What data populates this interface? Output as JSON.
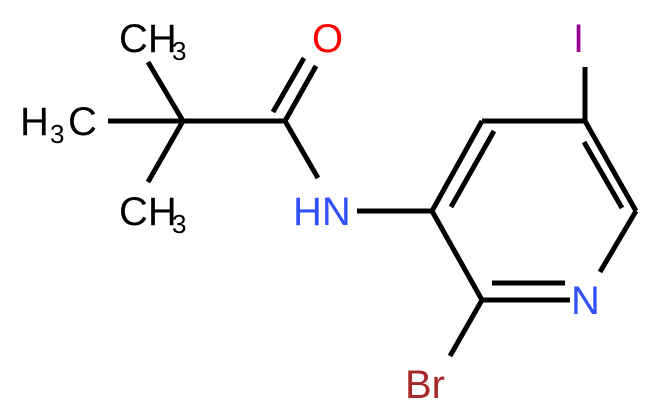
{
  "molecule": {
    "atoms": {
      "oxygen": "O",
      "nitrogen_amide": "HN",
      "nitrogen_ring": "N",
      "iodine": "I",
      "bromine": "Br",
      "methyl_top": {
        "c": "CH",
        "sub": "3"
      },
      "methyl_left": {
        "c": "H",
        "sub": "3",
        "c2": "C"
      },
      "methyl_bottom": {
        "c": "CH",
        "sub": "3"
      }
    },
    "colors": {
      "oxygen": "#ff0000",
      "nitrogen": "#3050f8",
      "iodine": "#940094",
      "bromine": "#a62929",
      "carbon": "#000000"
    }
  }
}
